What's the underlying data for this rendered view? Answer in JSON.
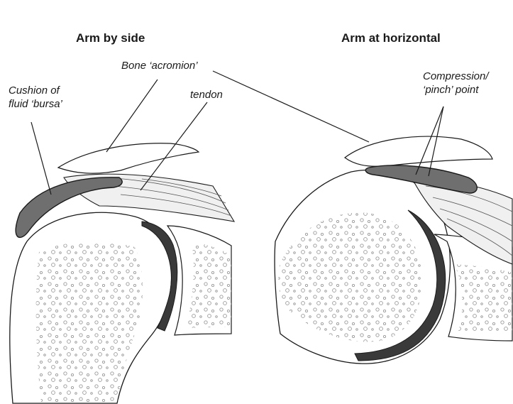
{
  "headings": {
    "left": "Arm by side",
    "right": "Arm at horizontal"
  },
  "labels": {
    "bone": "Bone ‘acromion’",
    "tendon": "tendon",
    "cushion_line1": "Cushion of",
    "cushion_line2": "fluid ‘bursa’",
    "compression_line1": "Compression/",
    "compression_line2": "‘pinch’ point"
  },
  "colors": {
    "outline": "#1a1a1a",
    "bursa_fill": "#6f6f6f",
    "joint_gap": "#3a3a3a",
    "bone_fill": "#f4f4f4"
  }
}
